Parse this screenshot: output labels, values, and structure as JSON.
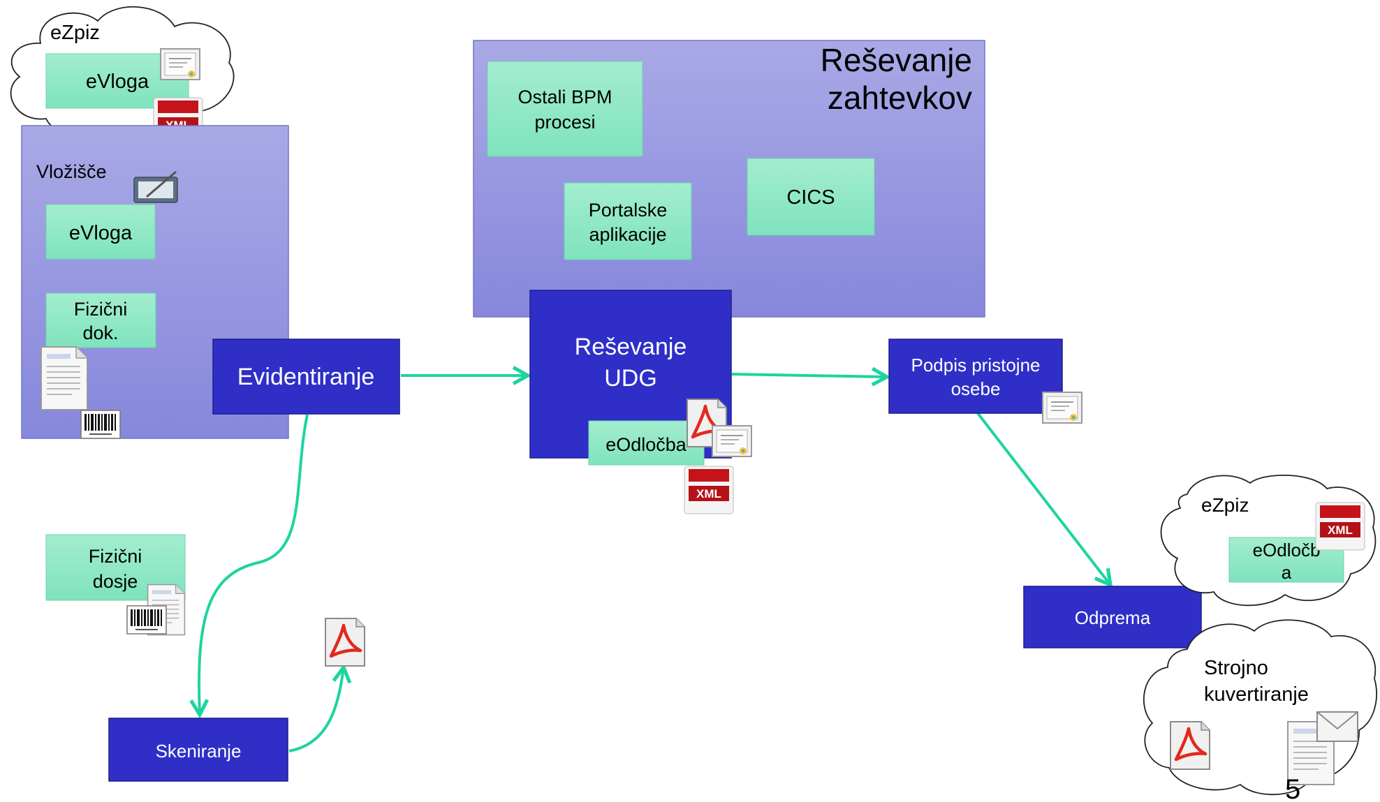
{
  "cloud_top": {
    "label": "eZpiz",
    "box": "eVloga"
  },
  "vlozisce": {
    "label": "Vložišče",
    "evloga": "eVloga",
    "fizicni_dok_1": "Fizični",
    "fizicni_dok_2": "dok."
  },
  "resevanje_zahtevkov": {
    "title_1": "Reševanje",
    "title_2": "zahtevkov",
    "ostali_1": "Ostali BPM",
    "ostali_2": "procesi",
    "portalske_1": "Portalske",
    "portalske_2": "aplikacije",
    "cics": "CICS"
  },
  "evidentiranje": "Evidentiranje",
  "resevanje_udg": {
    "line_1": "Reševanje",
    "line_2": "UDG",
    "eodlocba": "eOdločba"
  },
  "podpis": {
    "line_1": "Podpis pristojne",
    "line_2": "osebe"
  },
  "fizicni_dosje": {
    "line_1": "Fizični",
    "line_2": "dosje"
  },
  "skeniranje": "Skeniranje",
  "odprema": "Odprema",
  "cloud_right": {
    "label": "eZpiz",
    "box_1": "eOdločb",
    "box_2": "a"
  },
  "cloud_bottom": {
    "line_1": "Strojno",
    "line_2": "kuvertiranje"
  },
  "page_number": "5",
  "icon_labels": {
    "xml": "XML"
  },
  "colors": {
    "arrow": "#1dd4a0",
    "process_box": "#2f2fc8",
    "panel": "#9b9be0",
    "green_box": "#a8ecd0"
  }
}
